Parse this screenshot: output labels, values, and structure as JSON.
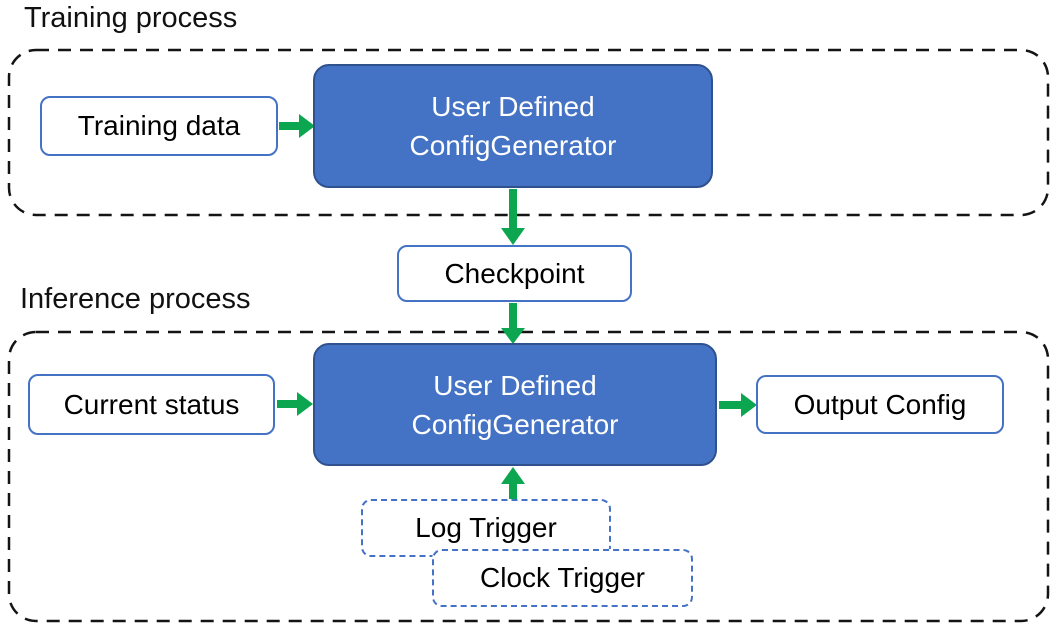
{
  "diagram": {
    "colors": {
      "node_fill": "#4472C4",
      "node_border": "#2F528F",
      "box_border": "#4472C4",
      "arrow": "#0DA650",
      "container_border": "#141414"
    },
    "sections": [
      {
        "label": "Training process"
      },
      {
        "label": "Inference process"
      }
    ],
    "nodes": {
      "training_data": "Training data",
      "generator_training_line1": "User Defined",
      "generator_training_line2": "ConfigGenerator",
      "checkpoint": "Checkpoint",
      "current_status": "Current status",
      "generator_inference_line1": "User Defined",
      "generator_inference_line2": "ConfigGenerator",
      "output_config": "Output Config",
      "log_trigger": "Log Trigger",
      "clock_trigger": "Clock Trigger"
    }
  }
}
